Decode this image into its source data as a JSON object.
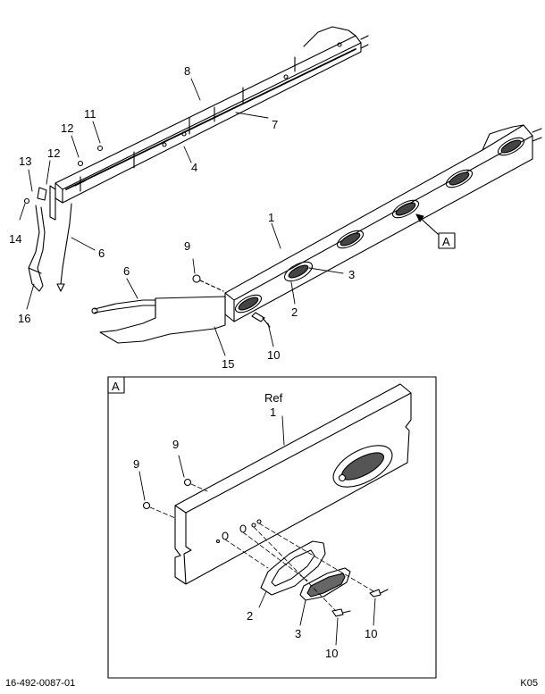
{
  "callouts": {
    "c1": "1",
    "c2": "2",
    "c3": "3",
    "c4": "4",
    "c6a": "6",
    "c6b": "6",
    "c7": "7",
    "c8": "8",
    "c9": "9",
    "c10": "10",
    "c11": "11",
    "c12a": "12",
    "c12b": "12",
    "c13": "13",
    "c14": "14",
    "c15": "15",
    "c16": "16"
  },
  "view_flag": "A",
  "detail": {
    "frame_label": "A",
    "ref": "Ref",
    "c1": "1",
    "c2": "2",
    "c3": "3",
    "c9a": "9",
    "c9b": "9",
    "c10a": "10",
    "c10b": "10"
  },
  "footer": {
    "drawing_number": "16-492-0087-01",
    "code": "K05"
  }
}
